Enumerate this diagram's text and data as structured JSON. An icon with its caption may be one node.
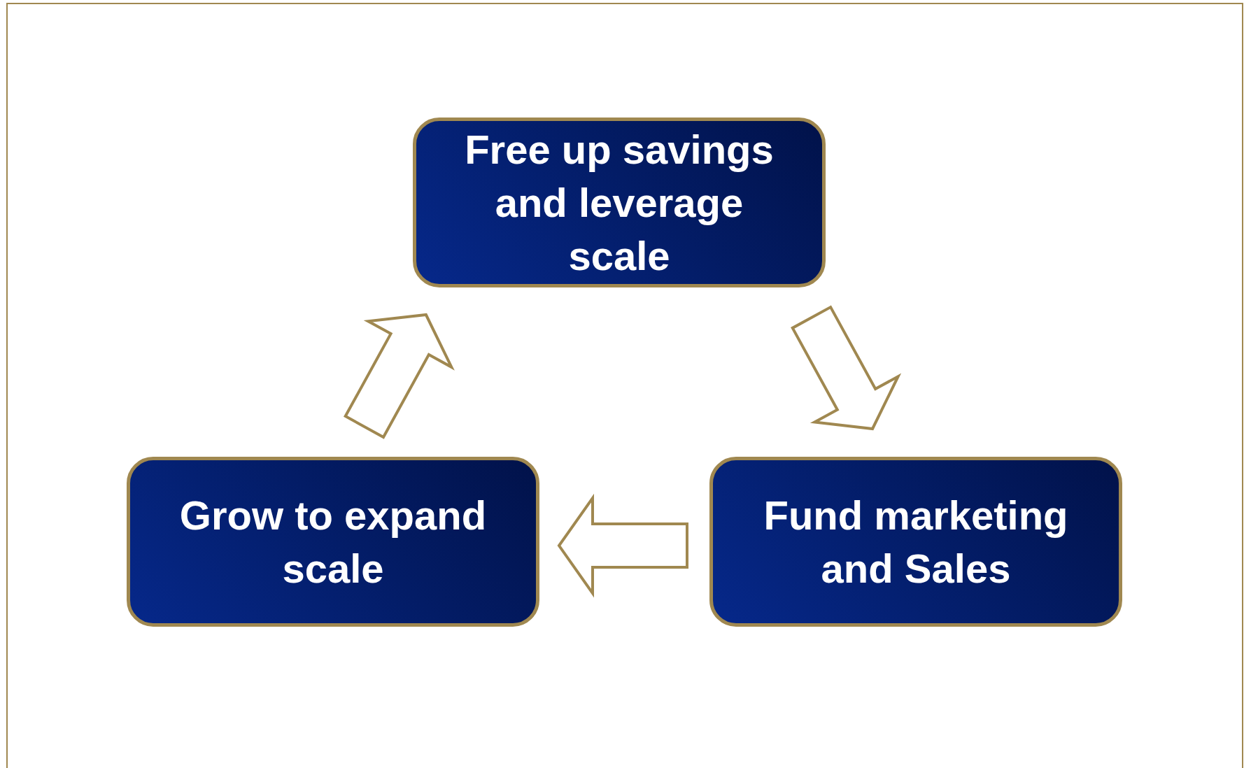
{
  "diagram": {
    "nodes": [
      {
        "text": [
          "Free up savings and leverage scale"
        ]
      },
      {
        "text": [
          "Fund marketing and Sales"
        ]
      },
      {
        "text": [
          "Grow to expand scale"
        ]
      }
    ],
    "edges": [
      {
        "from": 0,
        "to": 1,
        "arrow": "to"
      },
      {
        "from": 1,
        "to": 2,
        "arrow": "to"
      },
      {
        "from": 2,
        "to": 0,
        "arrow": "to"
      }
    ]
  }
}
